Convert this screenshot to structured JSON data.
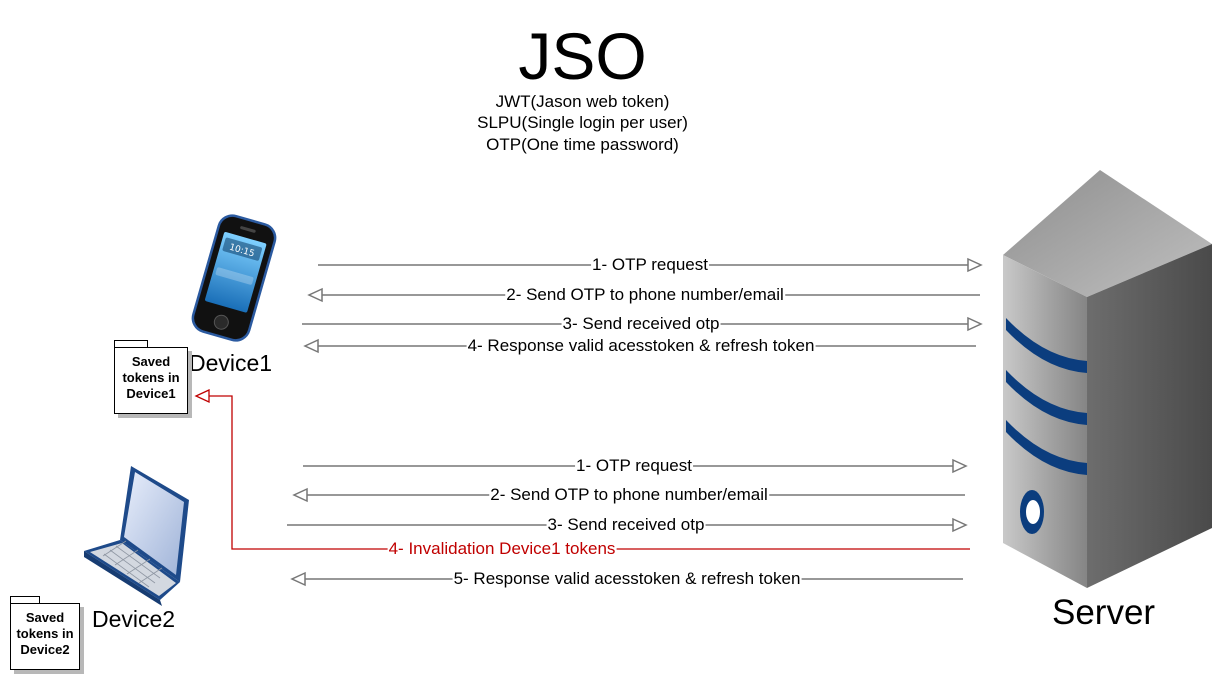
{
  "header": {
    "title": "JSO",
    "lines": [
      "JWT(Jason web token)",
      "SLPU(Single login per user)",
      "OTP(One time password)"
    ]
  },
  "devices": {
    "device1": "Device1",
    "device2": "Device2",
    "server": "Server"
  },
  "notes": {
    "device1": "Saved\ntokens in\nDevice1",
    "device2": "Saved\ntokens in\nDevice2"
  },
  "flow1": [
    "1- OTP request",
    "2- Send OTP to phone number/email",
    "3- Send received otp",
    "4- Response valid acesstoken & refresh token"
  ],
  "flow2": [
    "1- OTP request",
    "2- Send OTP to phone number/email",
    "3- Send received otp",
    "4- Invalidation Device1 tokens",
    "5- Response valid acesstoken & refresh token"
  ],
  "colors": {
    "arrow": "#777777",
    "invalidation": "#c00000",
    "server_stripe": "#0b3d7e"
  }
}
